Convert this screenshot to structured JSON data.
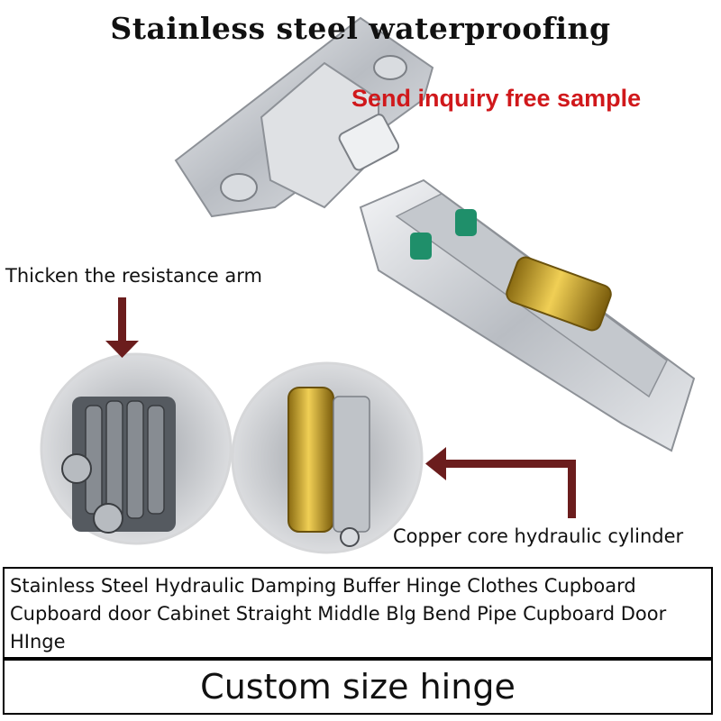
{
  "header": {
    "title": "Stainless steel waterproofing",
    "inquiry": "Send inquiry free sample"
  },
  "labels": {
    "resistance_arm": "Thicken the resistance arm",
    "copper_core": "Copper core hydraulic cylinder"
  },
  "product": {
    "description": "Stainless Steel Hydraulic Damping Buffer Hinge Clothes Cupboard Cupboard door Cabinet Straight Middle Blg Bend Pipe Cupboard Door HInge",
    "custom": "Custom size hinge"
  },
  "colors": {
    "inquiry": "#d0181b",
    "arrow": "#6b1d1d",
    "steel": "#c9ccd0",
    "brass": "#c9a22a",
    "green_roller": "#1f8f6a"
  }
}
